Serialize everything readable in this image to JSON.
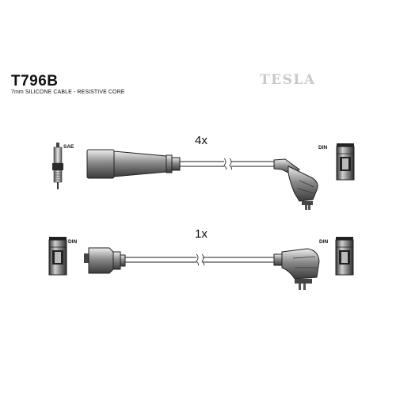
{
  "header": {
    "part_code": "T796B",
    "cable_spec": "7mm SILICONE CABLE - RESISTIVE CORE",
    "brand": "TESLA"
  },
  "cables": [
    {
      "quantity": "4x",
      "start_terminal": "SAE",
      "end_terminal": "DIN"
    },
    {
      "quantity": "1x",
      "start_terminal": "DIN",
      "end_terminal": "DIN"
    }
  ],
  "icons": [
    "spark-plug-icon",
    "din-socket-icon",
    "boot-straight-icon",
    "boot-angled-icon",
    "cable-break-icon"
  ]
}
